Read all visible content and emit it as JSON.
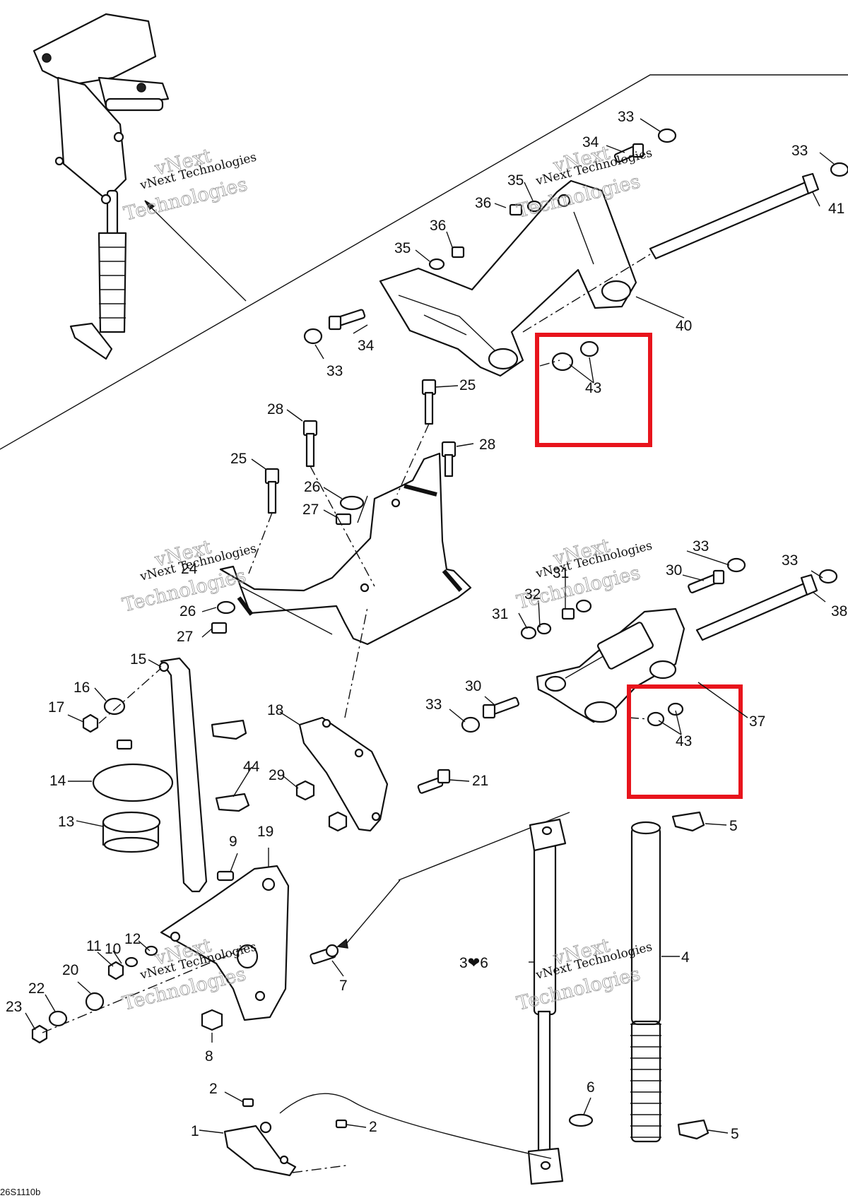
{
  "figure_code": "26S1110b",
  "watermark": {
    "line1": "vNext Technologies",
    "line2": "vNext",
    "line3": "Technologies"
  },
  "callouts": {
    "c1": "1",
    "c2a": "2",
    "c2b": "2",
    "c3": "3❤6",
    "c4": "4",
    "c5a": "5",
    "c5b": "5",
    "c6": "6",
    "c7": "7",
    "c8": "8",
    "c9": "9",
    "c10": "10",
    "c11": "11",
    "c12": "12",
    "c13": "13",
    "c14": "14",
    "c15": "15",
    "c16": "16",
    "c17": "17",
    "c18": "18",
    "c19": "19",
    "c20": "20",
    "c21": "21",
    "c22": "22",
    "c23": "23",
    "c24": "24",
    "c25a": "25",
    "c25b": "25",
    "c26a": "26",
    "c26b": "26",
    "c27a": "27",
    "c27b": "27",
    "c28a": "28",
    "c28b": "28",
    "c29": "29",
    "c30a": "30",
    "c30b": "30",
    "c31a": "31",
    "c31b": "31",
    "c32": "32",
    "c33a": "33",
    "c33b": "33",
    "c33c": "33",
    "c33d": "33",
    "c33e": "33",
    "c33f": "33",
    "c34a": "34",
    "c34b": "34",
    "c35a": "35",
    "c35b": "35",
    "c36a": "36",
    "c36b": "36",
    "c37": "37",
    "c38": "38",
    "c40": "40",
    "c41": "41",
    "c43a": "43",
    "c43b": "43",
    "c44": "44"
  },
  "highlight_color": "#e8141c",
  "highlighted_part": "43"
}
